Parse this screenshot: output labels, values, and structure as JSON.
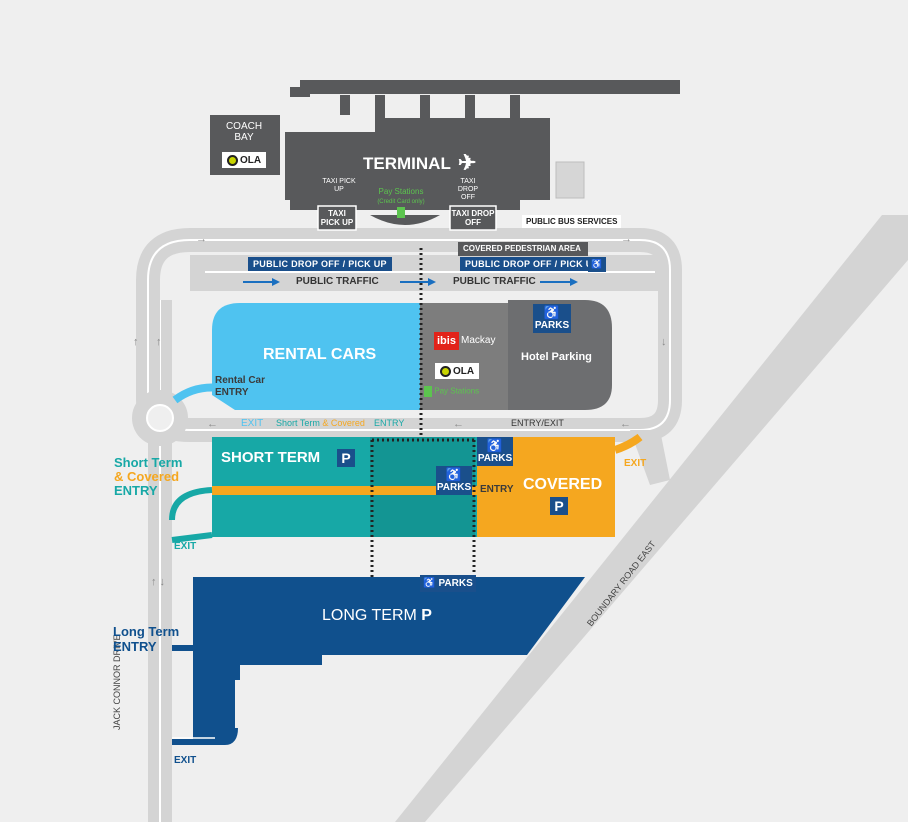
{
  "terminal": {
    "title": "TERMINAL",
    "plane_icon": "plane-icon",
    "coach_bay": "COACH BAY",
    "taxi_pickup_inner": "TAXI PICK UP",
    "taxi_dropoff_inner": "TAXI DROP OFF",
    "pay_stations": "Pay Stations",
    "pay_stations_note": "(Credit Card only)",
    "taxi_pickup_box": "TAXI PICK UP",
    "taxi_dropoff_box": "TAXI DROP OFF",
    "public_bus": "PUBLIC BUS SERVICES",
    "covered_pedestrian": "COVERED PEDESTRIAN AREA"
  },
  "roads": {
    "public_dropoff_left": "PUBLIC DROP OFF / PICK UP",
    "public_dropoff_right": "PUBLIC DROP OFF / PICK UP",
    "public_traffic_left": "PUBLIC TRAFFIC",
    "public_traffic_right": "PUBLIC TRAFFIC",
    "jack_connor": "JACK CONNOR DRIVE",
    "boundary_road": "BOUNDARY ROAD EAST"
  },
  "ola": {
    "label": "OLA",
    "icon": "ola-logo-icon"
  },
  "rental": {
    "title": "RENTAL CARS",
    "entry_label": "Rental Car ENTRY",
    "exit_label": "EXIT"
  },
  "hotel": {
    "ibis_logo": "ibis",
    "ibis_name": "Mackay",
    "parking": "Hotel Parking",
    "parks": "PARKS",
    "pay_stations": "Pay Stations"
  },
  "entry_road": {
    "short_covered_prefix": "Short Term",
    "short_covered_amp": "& Covered",
    "entry_word": "ENTRY",
    "entry_exit": "ENTRY/EXIT"
  },
  "short_term": {
    "title": "SHORT TERM",
    "p": "P",
    "side_label_1": "Short Term",
    "side_label_2": "& Covered",
    "side_label_3": "ENTRY",
    "exit": "EXIT",
    "parks": "PARKS"
  },
  "covered": {
    "title": "COVERED",
    "p": "P",
    "entry": "ENTRY",
    "exit": "EXIT",
    "parks": "PARKS"
  },
  "long_term": {
    "title": "LONG TERM",
    "p": "P",
    "side_label_1": "Long Term",
    "side_label_2": "ENTRY",
    "exit": "EXIT",
    "parks": "PARKS"
  },
  "colors": {
    "terminal": "#58595b",
    "road": "#d0d0d0",
    "rental": "#4fc3f0",
    "hotel": "#6d6e70",
    "short_term": "#17a8a6",
    "covered": "#f5a71f",
    "long_term": "#10508d",
    "badge": "#1a4f8b",
    "pay": "#5cc44f"
  }
}
